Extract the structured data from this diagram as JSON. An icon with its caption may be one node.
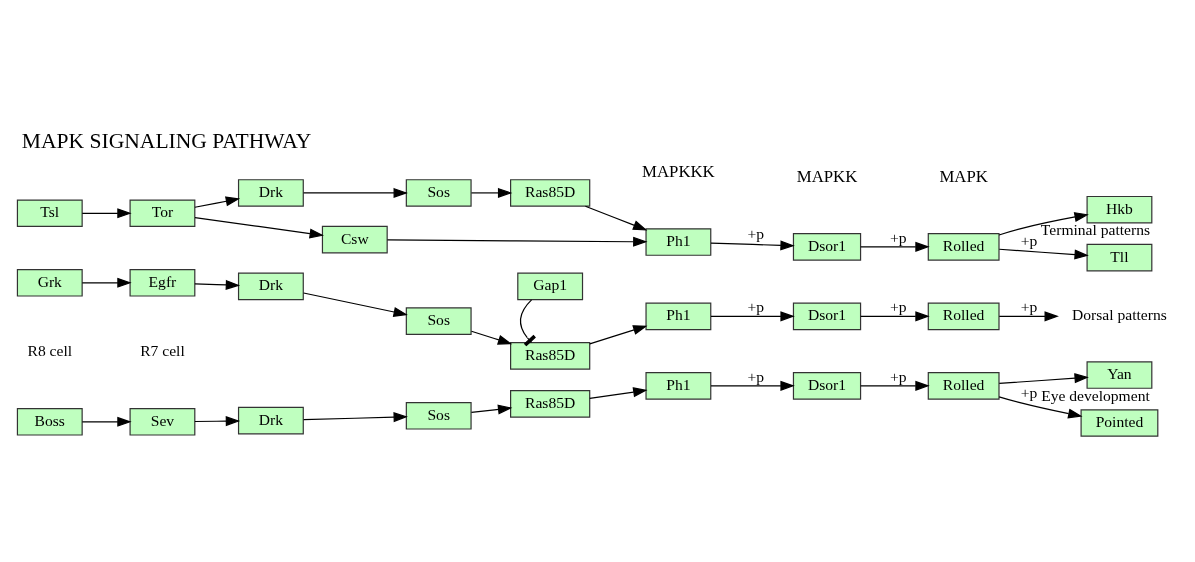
{
  "diagram": {
    "title": "MAPK SIGNALING PATHWAY",
    "nodes": [
      {
        "text": [
          "Tsl"
        ]
      },
      {
        "text": [
          "Tor"
        ]
      },
      {
        "text": [
          "Drk"
        ]
      },
      {
        "text": [
          "Sos"
        ]
      },
      {
        "text": [
          "Ras85D"
        ]
      },
      {
        "text": [
          "Csw"
        ]
      },
      {
        "text": [
          "Ph1"
        ]
      },
      {
        "text": [
          "Dsor1"
        ]
      },
      {
        "text": [
          "Rolled"
        ]
      },
      {
        "text": [
          "Tll"
        ]
      },
      {
        "text": [
          "Hkb"
        ],
        "beside": [
          "Terminal patterns"
        ]
      },
      {
        "text": [
          "Grk"
        ]
      },
      {
        "text": [
          "Egfr"
        ]
      },
      {
        "text": [
          "Drk"
        ]
      },
      {
        "text": [
          "Sos"
        ]
      },
      {
        "text": [
          "Ras85D"
        ]
      },
      {
        "text": [
          "Ph1"
        ]
      },
      {
        "text": [
          "Dsor1"
        ]
      },
      {
        "text": [
          "Rolled"
        ]
      },
      {
        "text": [
          "Dorsal patterns"
        ]
      },
      {
        "text": [
          "Gap1"
        ]
      },
      {
        "text": [
          "Boss"
        ]
      },
      {
        "text": [
          "Sev"
        ]
      },
      {
        "text": [
          "Drk"
        ]
      },
      {
        "text": [
          "Sos"
        ]
      },
      {
        "text": [
          "Ras85D"
        ]
      },
      {
        "text": [
          "Ph1"
        ]
      },
      {
        "text": [
          "Dsor1"
        ]
      },
      {
        "text": [
          "Rolled"
        ]
      },
      {
        "text": [
          "Pointed"
        ]
      },
      {
        "text": [
          "Yan"
        ],
        "beside": [
          "Eye development"
        ]
      }
    ],
    "edges": [
      {
        "from": 0,
        "to": 1,
        "arrow": "to"
      },
      {
        "from": 1,
        "to": 2,
        "arrow": "to"
      },
      {
        "from": 2,
        "to": 3,
        "arrow": "to"
      },
      {
        "from": 3,
        "to": 4,
        "arrow": "to"
      },
      {
        "from": 1,
        "to": 5,
        "arrow": "to"
      },
      {
        "from": 4,
        "to": 6,
        "arrow": "to"
      },
      {
        "from": 5,
        "to": 6,
        "arrow": "to"
      },
      {
        "from": 6,
        "to": 7,
        "arrow": "to",
        "label": "+p"
      },
      {
        "from": 7,
        "to": 8,
        "arrow": "to",
        "label": "+p"
      },
      {
        "from": 8,
        "to": 9,
        "arrow": "to",
        "label": "+p"
      },
      {
        "from": 8,
        "to": 10,
        "arrow": "to"
      },
      {
        "from": 11,
        "to": 12,
        "arrow": "to"
      },
      {
        "from": 12,
        "to": 13,
        "arrow": "to"
      },
      {
        "from": 13,
        "to": 14,
        "arrow": "to"
      },
      {
        "from": 14,
        "to": 15,
        "arrow": "to"
      },
      {
        "from": 20,
        "to": 15,
        "arrow": "other"
      },
      {
        "from": 15,
        "to": 16,
        "arrow": "to"
      },
      {
        "from": 16,
        "to": 17,
        "arrow": "to",
        "label": "+p"
      },
      {
        "from": 17,
        "to": 18,
        "arrow": "to",
        "label": "+p"
      },
      {
        "from": 18,
        "to": 19,
        "arrow": "to",
        "label": "+p"
      },
      {
        "from": 21,
        "to": 22,
        "arrow": "to"
      },
      {
        "from": 22,
        "to": 23,
        "arrow": "to"
      },
      {
        "from": 23,
        "to": 24,
        "arrow": "to"
      },
      {
        "from": 24,
        "to": 25,
        "arrow": "to"
      },
      {
        "from": 25,
        "to": 26,
        "arrow": "to"
      },
      {
        "from": 26,
        "to": 27,
        "arrow": "to",
        "label": "+p"
      },
      {
        "from": 27,
        "to": 28,
        "arrow": "to",
        "label": "+p"
      },
      {
        "from": 28,
        "to": 29,
        "arrow": "to",
        "label": "+p"
      },
      {
        "from": 28,
        "to": 30,
        "arrow": "to"
      }
    ],
    "labels": [
      "MAPKKK",
      "MAPKK",
      "MAPK",
      "R8 cell",
      "R7 cell"
    ]
  }
}
